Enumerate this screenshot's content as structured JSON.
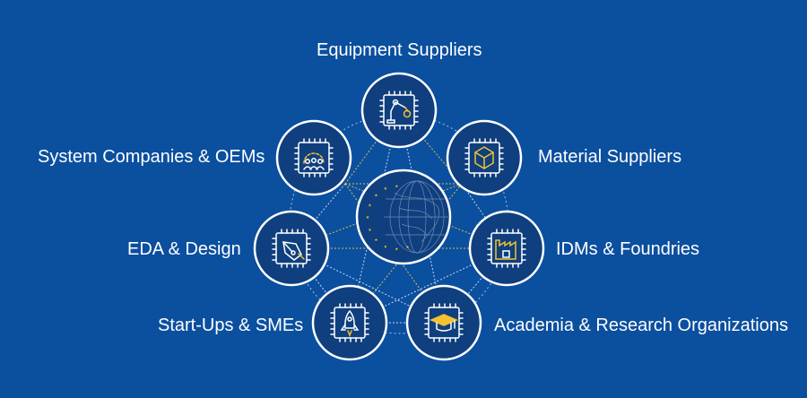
{
  "diagram": {
    "colors": {
      "background": "#0b4f9f",
      "node_fill": "#0f3f7e",
      "node_ring": "#ffffff",
      "connector_gold": "#d8c24a",
      "connector_white": "#c9d6ea",
      "icon_yellow": "#f2c230",
      "icon_white": "#ffffff",
      "eu_star": "#f4d21c"
    },
    "labels": {
      "equipment": "Equipment Suppliers",
      "system": "System Companies & OEMs",
      "material": "Material Suppliers",
      "eda": "EDA & Design",
      "idm": "IDMs & Foundries",
      "startups": "Start-Ups & SMEs",
      "academia": "Academia & Research Organizations"
    },
    "icons": {
      "equipment": "robot-arm-chip-icon",
      "system": "team-gear-chip-icon",
      "material": "cube-chip-icon",
      "eda": "pen-nib-chip-icon",
      "idm": "factory-chip-icon",
      "startups": "rocket-chip-icon",
      "academia": "graduation-cap-chip-icon",
      "center": "eu-stars-globe-icon"
    }
  }
}
